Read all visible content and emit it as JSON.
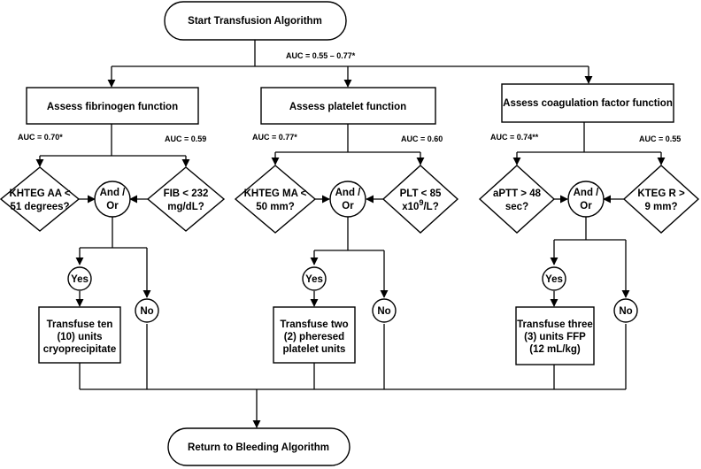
{
  "start": "Start Transfusion Algorithm",
  "end": "Return to Bleeding Algorithm",
  "top_auc": "AUC = 0.55 – 0.77*",
  "columns": [
    {
      "title": "Assess fibrinogen function",
      "auc_left": "AUC = 0.70*",
      "auc_right": "AUC = 0.59",
      "left_test": [
        "KHTEG AA <",
        "51 degrees?"
      ],
      "right_test": [
        "FIB < 232",
        "mg/dL?"
      ],
      "and_or": [
        "And /",
        "Or"
      ],
      "yes": "Yes",
      "no": "No",
      "action": [
        "Transfuse ten",
        "(10) units",
        "cryoprecipitate"
      ]
    },
    {
      "title": "Assess platelet function",
      "auc_left": "AUC = 0.77*",
      "auc_right": "AUC = 0.60",
      "left_test": [
        "KHTEG MA <",
        "50 mm?"
      ],
      "right_test": [
        "PLT < 85",
        "x10",
        "9",
        "/L?"
      ],
      "and_or": [
        "And /",
        "Or"
      ],
      "yes": "Yes",
      "no": "No",
      "action": [
        "Transfuse two",
        "(2) pheresed",
        "platelet units"
      ]
    },
    {
      "title": "Assess coagulation factor function",
      "auc_left": "AUC = 0.74**",
      "auc_right": "AUC = 0.55",
      "left_test": [
        "aPTT > 48",
        "sec?"
      ],
      "right_test": [
        "KTEG R >",
        "9 mm?"
      ],
      "and_or": [
        "And /",
        "Or"
      ],
      "yes": "Yes",
      "no": "No",
      "action": [
        "Transfuse three",
        "(3) units FFP",
        "(12 mL/kg)"
      ]
    }
  ]
}
